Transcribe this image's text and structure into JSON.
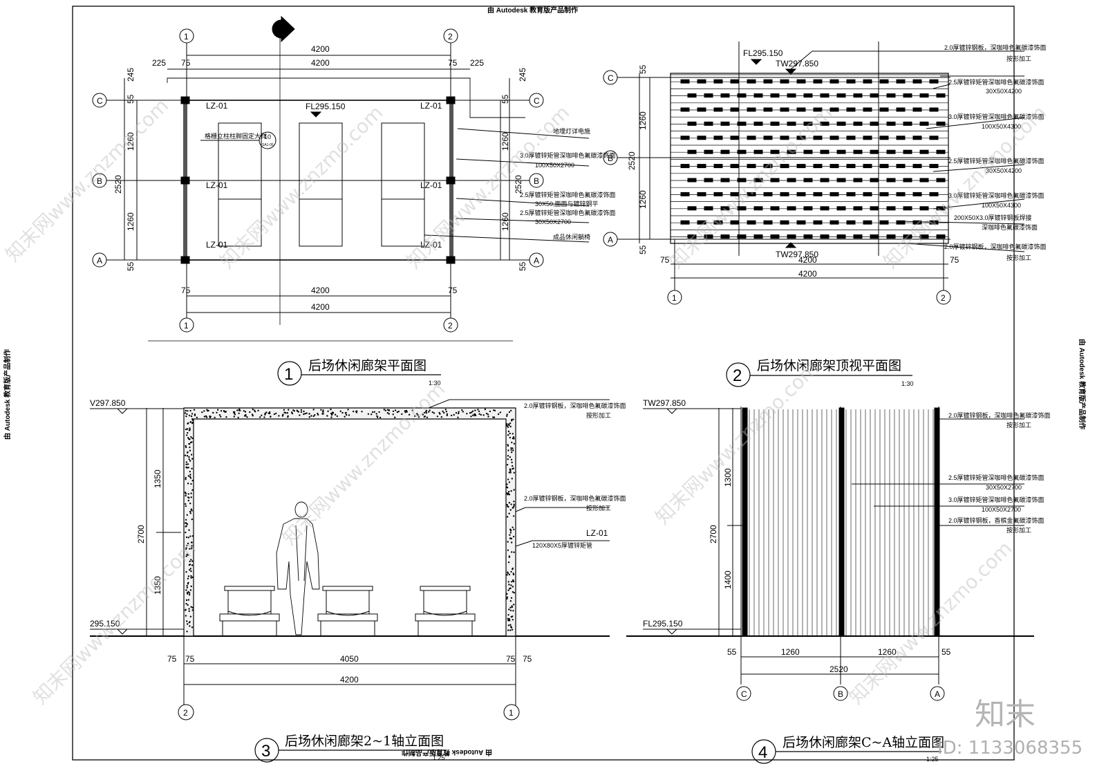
{
  "header": {
    "top_banner": "由 Autodesk 教育版产品制作",
    "bottom_banner": "由 Autodesk 教育版产品制作",
    "left_banner": "由 Autodesk 教育版产品制作",
    "right_banner": "由 Autodesk 教育版产品制作"
  },
  "views": [
    {
      "number": "1",
      "title": "后场休闲廊架平面图",
      "scale": "1:30"
    },
    {
      "number": "2",
      "title": "后场休闲廊架顶视平面图",
      "scale": "1:30"
    },
    {
      "number": "3",
      "title": "后场休闲廊架2~1轴立面图",
      "scale": "1:25"
    },
    {
      "number": "4",
      "title": "后场休闲廊架C~A轴立面图",
      "scale": "1:25"
    }
  ],
  "plan": {
    "grid_1": "1",
    "grid_2": "2",
    "grid_a": "A",
    "grid_b": "B",
    "grid_c": "C",
    "dim_4200": "4200",
    "dim_225": "225",
    "dim_75": "75",
    "dim_245": "245",
    "dim_55": "55",
    "dim_1260": "1260",
    "dim_2520": "2520",
    "column_tag": "LZ-01",
    "floor_level": "FL295.150",
    "detail_note": "格栅立柱柱脚固定大样",
    "detail_ref_top": "10",
    "detail_ref_bottom": "SA1-05",
    "notes": [
      "地埋灯详电施",
      "3.0厚镀锌矩管深咖啡色氟碳漆饰面",
      "100X50X2700",
      "2.5厚镀锌矩管深咖啡色氟碳漆饰面",
      "30X50,面面与镀锌钢平",
      "2.5厚镀锌矩管深咖啡色氟碳漆饰面",
      "30X50X2700",
      "成品休闲躺椅"
    ]
  },
  "roof": {
    "floor_level": "FL295.150",
    "top_level": "TW297.850",
    "dim_55": "55",
    "dim_1260": "1260",
    "dim_2520": "2520",
    "dim_4200": "4200",
    "dim_75": "75",
    "grid_1": "1",
    "grid_2": "2",
    "grid_a": "A",
    "grid_b": "B",
    "grid_c": "C",
    "notes": [
      "2.0厚镀锌钢板，深咖啡色氟碳漆饰面",
      "按形加工",
      "2.5厚镀锌矩管深咖啡色氟碳漆饰面",
      "30X50X4200",
      "3.0厚镀锌矩管深咖啡色氟碳漆饰面",
      "100X50X4300",
      "2.5厚镀锌矩管深咖啡色氟碳漆饰面",
      "30X50X4200",
      "3.0厚镀锌矩管深咖啡色氟碳漆饰面",
      "100X50X4300",
      "200X50X3.0厚镀锌钢板焊接",
      "深咖啡色氟碳漆饰面",
      "2.0厚镀锌钢板，深咖啡色氟碳漆饰面",
      "按形加工"
    ]
  },
  "elev_a": {
    "top_level": "V297.850",
    "floor_level": "295.150",
    "dim_1350": "1350",
    "dim_2700": "2700",
    "dim_75": "75",
    "dim_4050": "4050",
    "dim_4200": "4200",
    "grid_left": "2",
    "grid_right": "1",
    "column_tag": "LZ-01",
    "notes": [
      "2.0厚镀锌钢板，深咖啡色氟碳漆饰面",
      "按形加工",
      "2.0厚镀锌钢板，深咖啡色氟碳漆饰面",
      "按形加工",
      "120X80X5厚镀锌矩管"
    ]
  },
  "elev_b": {
    "top_level": "TW297.850",
    "floor_level": "FL295.150",
    "dim_1300": "1300",
    "dim_1400": "1400",
    "dim_2700": "2700",
    "dim_55": "55",
    "dim_1260": "1260",
    "dim_2520": "2520",
    "grid_c": "C",
    "grid_b": "B",
    "grid_a": "A",
    "notes": [
      "2.0厚镀锌钢板，深咖啡色氟碳漆饰面",
      "按形加工",
      "2.5厚镀锌矩管深咖啡色氟碳漆饰面",
      "30X50X2700",
      "3.0厚镀锌矩管深咖啡色氟碳漆饰面",
      "100X50X2700",
      "2.0厚镀锌钢板，香槟金氟碳漆饰面",
      "按形加工"
    ]
  },
  "watermarks": {
    "site": "知末网www.znzmo.com",
    "brand": "知末",
    "id": "ID: 1133068355"
  }
}
